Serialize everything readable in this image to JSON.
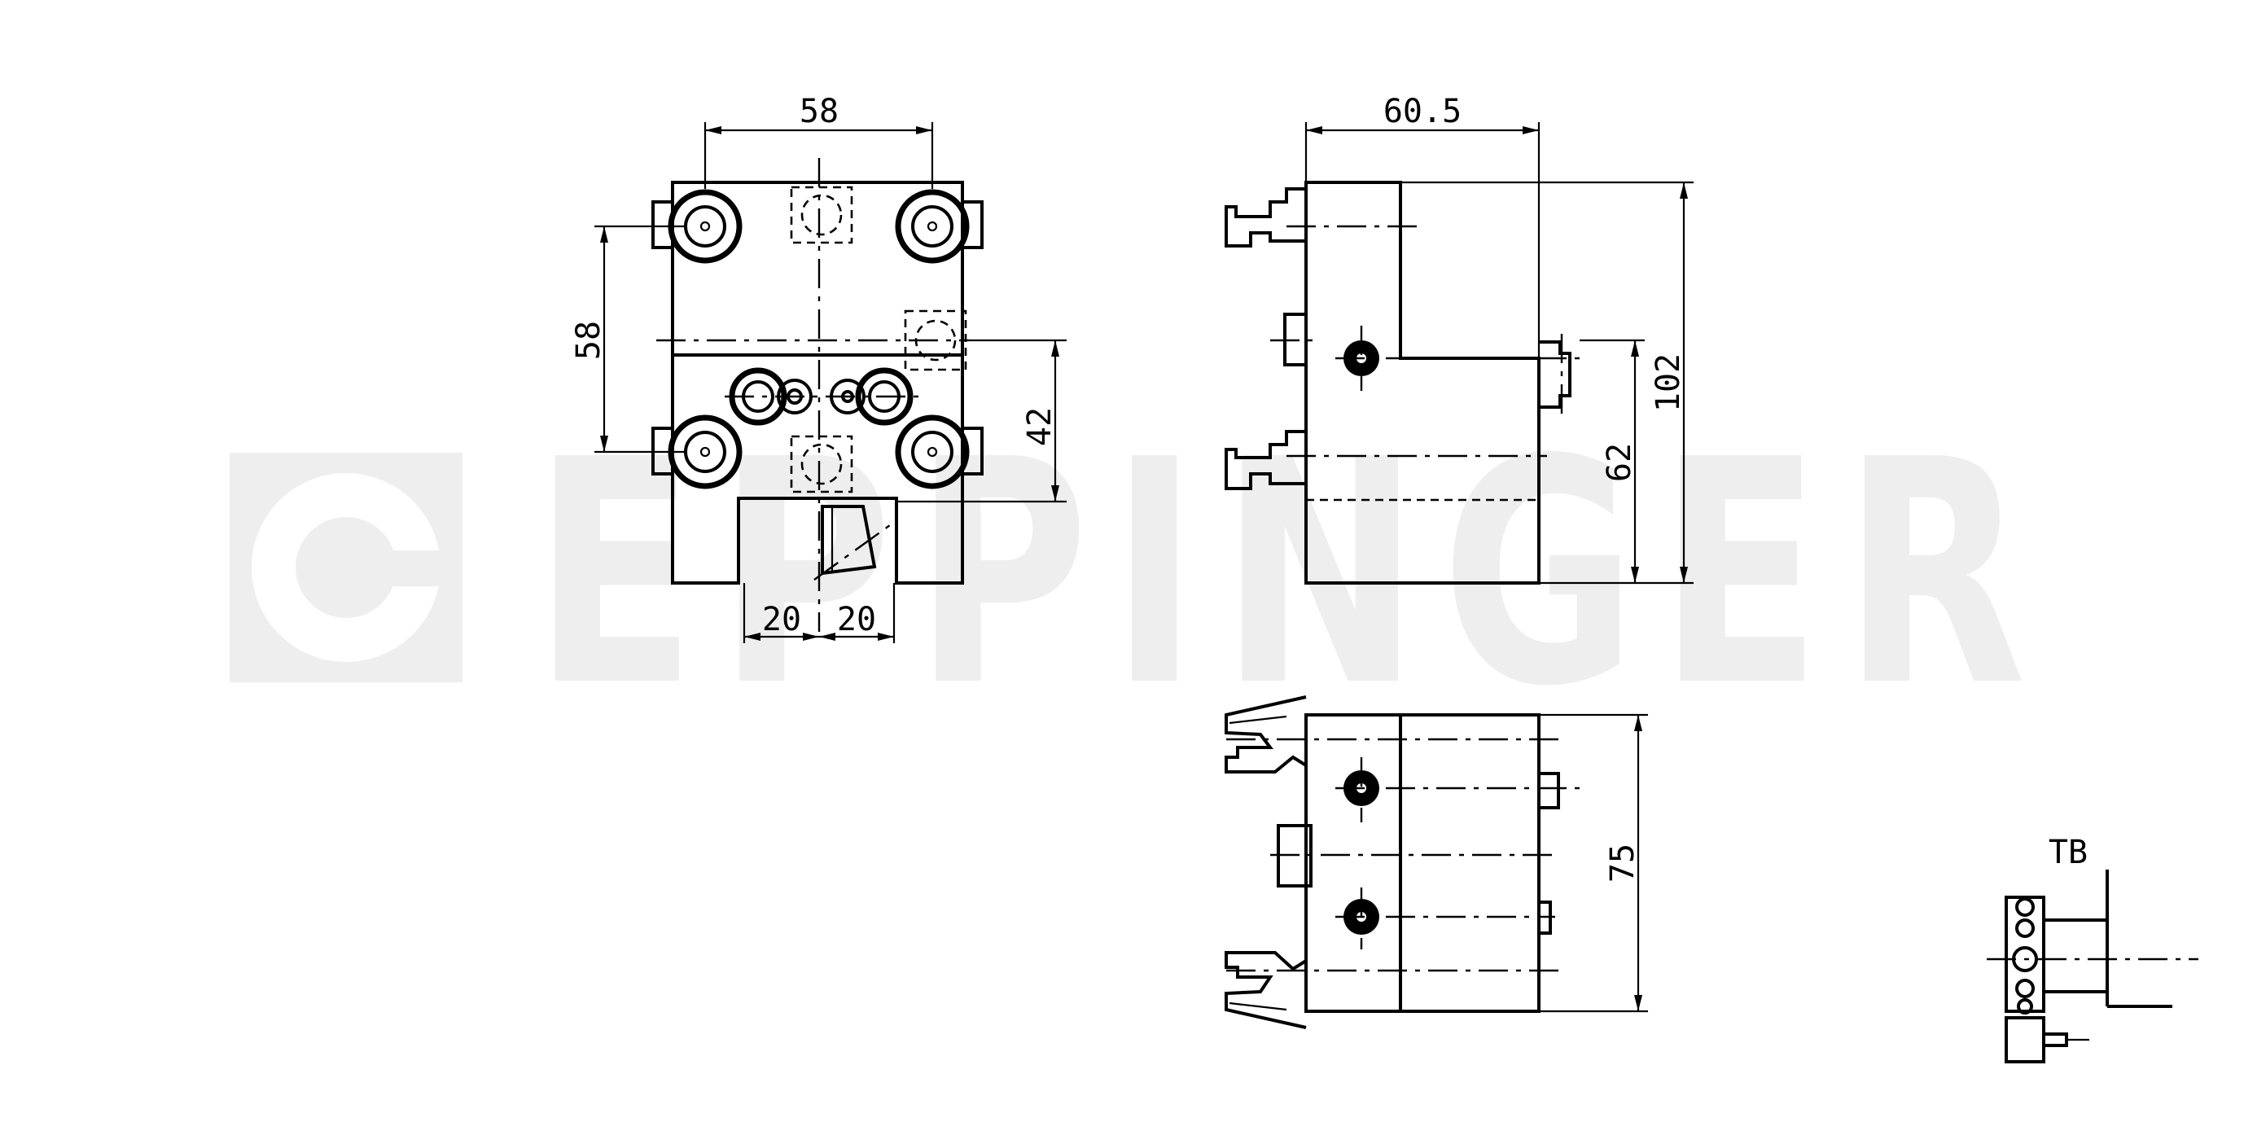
{
  "brand": {
    "watermark_text": "EPPINGER",
    "watermark_color": "#eeeeee"
  },
  "front_view": {
    "dim_width_top": "58",
    "dim_height_left": "58",
    "dim_right": "42",
    "dim_bottom_left": "20",
    "dim_bottom_right": "20"
  },
  "side_view": {
    "dim_width_top": "60.5",
    "dim_height_inner": "62",
    "dim_height_outer": "102"
  },
  "bottom_view": {
    "dim_height": "75"
  },
  "turret_detail": {
    "label": "TB"
  },
  "colors": {
    "line": "#000000",
    "background": "#ffffff"
  }
}
